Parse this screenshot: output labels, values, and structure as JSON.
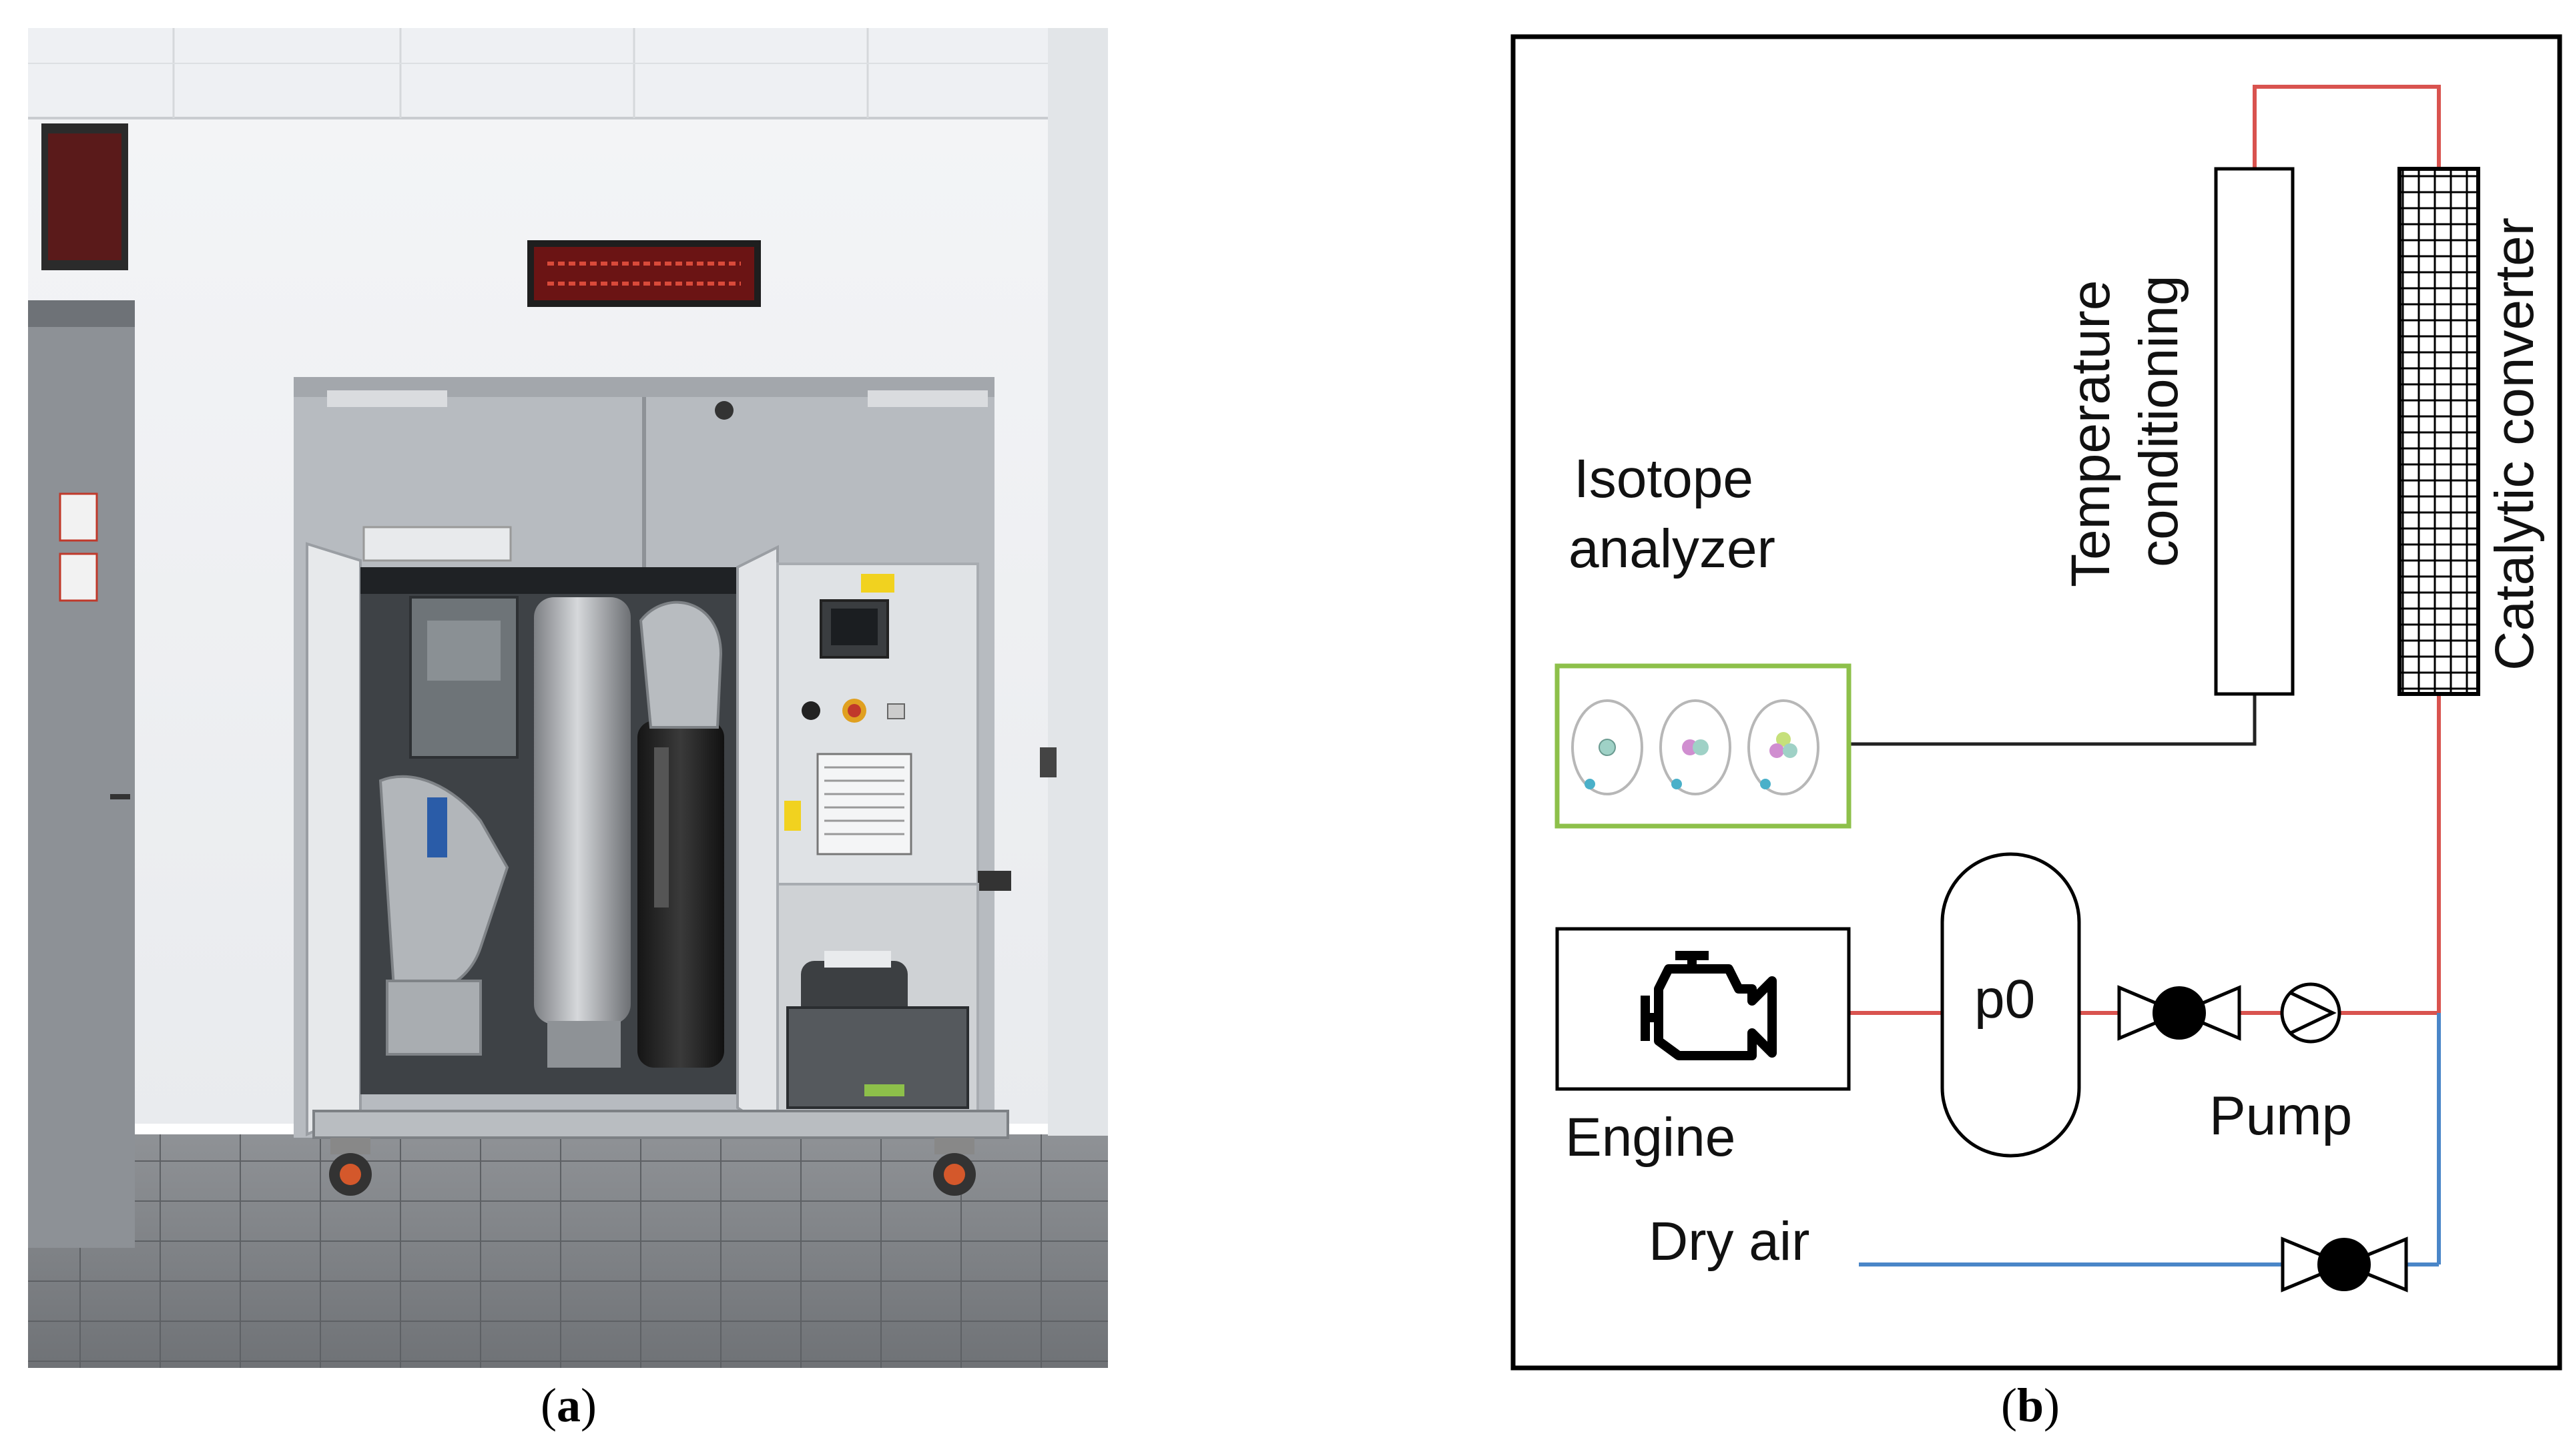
{
  "panel_a": {
    "caption_open": "(",
    "caption_letter": "a",
    "caption_close": ")"
  },
  "panel_b": {
    "caption_open": "(",
    "caption_letter": "b",
    "caption_close": ")",
    "labels": {
      "isotope_line1": "Isotope",
      "isotope_line2": "analyzer",
      "temp_line1": "Temperature",
      "temp_line2": "conditioning",
      "catalytic": "Catalytic converter",
      "p0": "p0",
      "engine": "Engine",
      "pump": "Pump",
      "dry_air": "Dry air"
    },
    "colors": {
      "hot_line": "#d9534f",
      "air_line": "#4a86c8",
      "signal_line": "#222222",
      "analyzer_border": "#8dc04a"
    }
  }
}
